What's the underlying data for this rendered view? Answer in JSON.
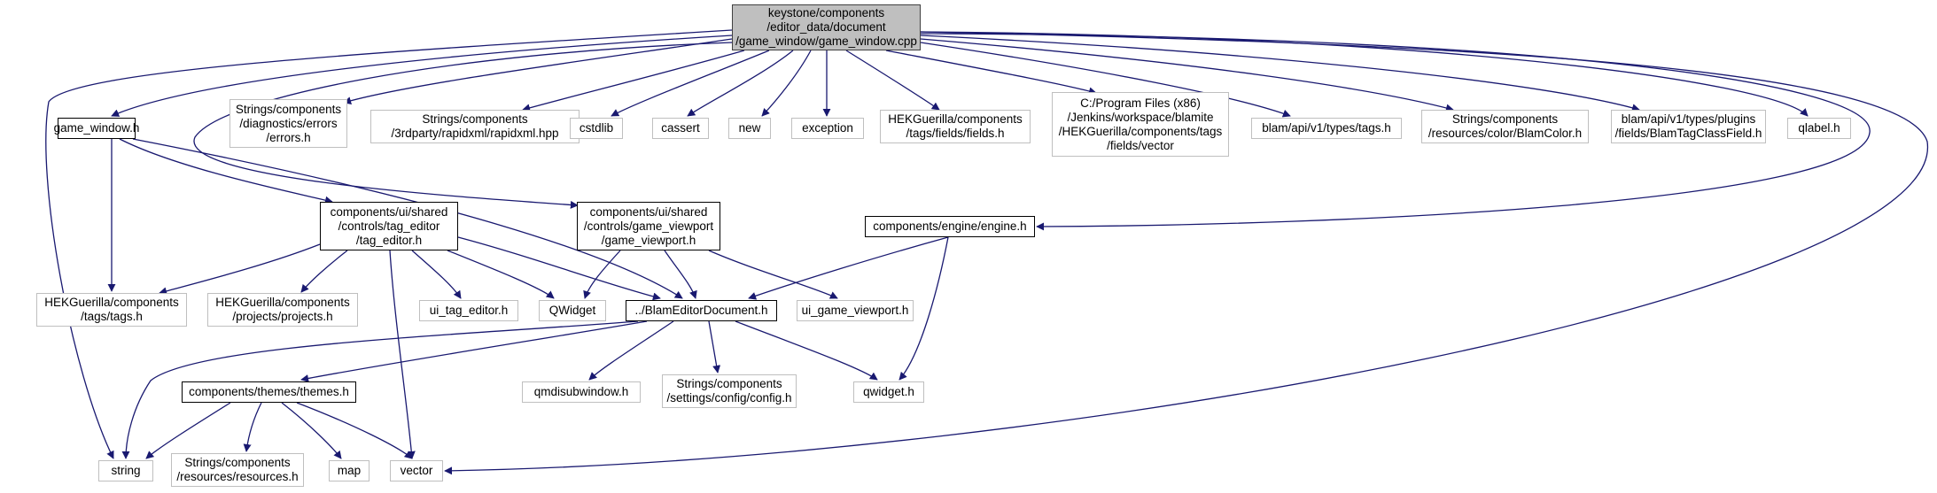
{
  "colors": {
    "edge": "#191970",
    "root_fill": "#bfbfbf",
    "system_border": "#bfbfbf",
    "file_border": "#000000"
  },
  "nodes": {
    "root": "keystone/components\n/editor_data/document\n/game_window/game_window.cpp",
    "game_window_h": "game_window.h",
    "errors_h": "Strings/components\n/diagnostics/errors\n/errors.h",
    "rapidxml": "Strings/components\n/3rdparty/rapidxml/rapidxml.hpp",
    "cstdlib": "cstdlib",
    "cassert": "cassert",
    "new": "new",
    "exception": "exception",
    "fields_h": "HEKGuerilla/components\n/tags/fields/fields.h",
    "vector_path": "C:/Program Files (x86)\n/Jenkins/workspace/blamite\n/HEKGuerilla/components/tags\n/fields/vector",
    "tags_api_h": "blam/api/v1/types/tags.h",
    "blamcolor_h": "Strings/components\n/resources/color/BlamColor.h",
    "blamtagclassfield_h": "blam/api/v1/types/plugins\n/fields/BlamTagClassField.h",
    "qlabel_h": "qlabel.h",
    "tag_editor_h": "components/ui/shared\n/controls/tag_editor\n/tag_editor.h",
    "game_viewport_h": "components/ui/shared\n/controls/game_viewport\n/game_viewport.h",
    "engine_h": "components/engine/engine.h",
    "hek_tags_h": "HEKGuerilla/components\n/tags/tags.h",
    "projects_h": "HEKGuerilla/components\n/projects/projects.h",
    "ui_tag_editor_h": "ui_tag_editor.h",
    "qwidget_cap": "QWidget",
    "blameditordocument_h": "../BlamEditorDocument.h",
    "ui_game_viewport_h": "ui_game_viewport.h",
    "themes_h": "components/themes/themes.h",
    "qmdisubwindow_h": "qmdisubwindow.h",
    "config_h": "Strings/components\n/settings/config/config.h",
    "qwidget_h": "qwidget.h",
    "string": "string",
    "resources_h": "Strings/components\n/resources/resources.h",
    "map": "map",
    "vector": "vector"
  }
}
